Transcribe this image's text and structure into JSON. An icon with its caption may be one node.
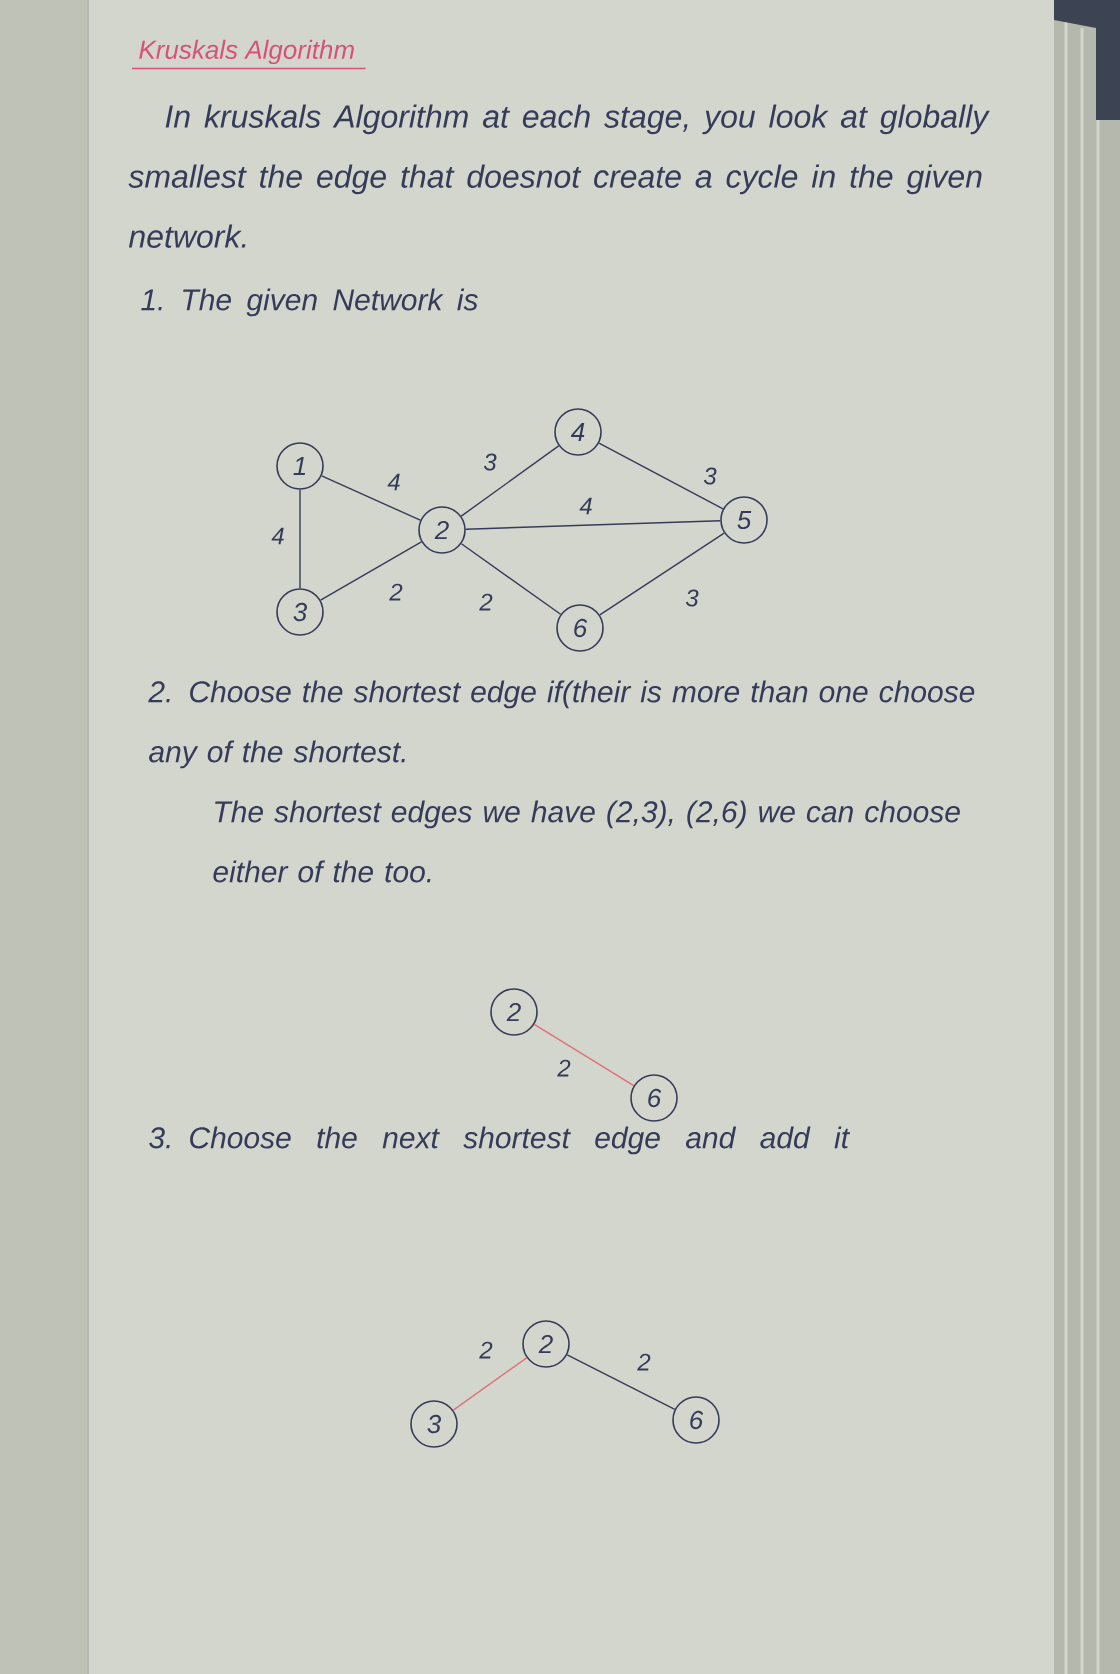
{
  "diagram": {
    "title": "Kruskals Algorithm",
    "nodes": [
      {
        "text": [
          "1"
        ]
      },
      {
        "text": [
          "2"
        ]
      },
      {
        "text": [
          "3"
        ]
      },
      {
        "text": [
          "4"
        ]
      },
      {
        "text": [
          "5"
        ]
      },
      {
        "text": [
          "6"
        ]
      },
      {
        "text": [
          "2"
        ]
      },
      {
        "text": [
          "6"
        ]
      },
      {
        "text": [
          "2"
        ]
      },
      {
        "text": [
          "3"
        ]
      },
      {
        "text": [
          "6"
        ]
      }
    ],
    "edges": [
      {
        "from": 0,
        "to": 1,
        "arrow": "none",
        "label": "4"
      },
      {
        "from": 0,
        "to": 2,
        "arrow": "none",
        "label": "4"
      },
      {
        "from": 2,
        "to": 1,
        "arrow": "none",
        "label": "2"
      },
      {
        "from": 1,
        "to": 3,
        "arrow": "none",
        "label": "3"
      },
      {
        "from": 1,
        "to": 4,
        "arrow": "none",
        "label": "4"
      },
      {
        "from": 1,
        "to": 5,
        "arrow": "none",
        "label": "2"
      },
      {
        "from": 3,
        "to": 4,
        "arrow": "none",
        "label": "3"
      },
      {
        "from": 5,
        "to": 4,
        "arrow": "none",
        "label": "3"
      },
      {
        "from": 6,
        "to": 7,
        "arrow": "none",
        "label": "2",
        "color": "#e0707e"
      },
      {
        "from": 8,
        "to": 9,
        "arrow": "none",
        "label": "2",
        "color": "#e0707e"
      },
      {
        "from": 8,
        "to": 10,
        "arrow": "none",
        "label": "2"
      }
    ],
    "labels": [
      "In kruskals Algorithm at each stage, you look at globally smallest the edge that doesnot create a cycle in the given network.",
      "1. The given Network is",
      "2. Choose the shortest edge if(their is more than one choose any of the shortest.",
      "The shortest edges we have (2,3), (2,6) we can choose either of the too.",
      "3. Choose the next shortest edge and add it"
    ]
  }
}
